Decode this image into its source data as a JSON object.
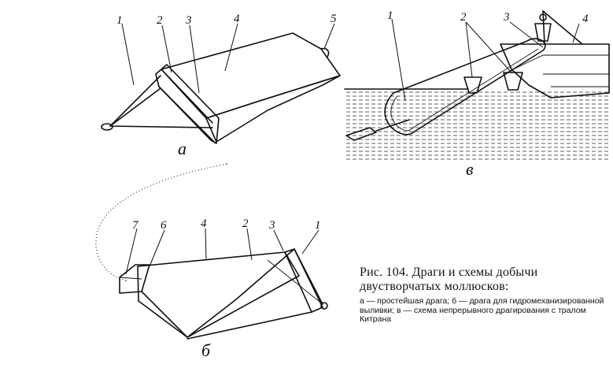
{
  "panels": {
    "a": {
      "letter": "а",
      "numbers": [
        "1",
        "2",
        "3",
        "4",
        "5"
      ]
    },
    "b": {
      "letter": "б",
      "numbers": [
        "7",
        "6",
        "4",
        "2",
        "3",
        "1"
      ]
    },
    "v": {
      "letter": "в",
      "numbers": [
        "1",
        "2",
        "3",
        "4"
      ]
    }
  },
  "caption": {
    "title": "Рис. 104. Драги и схемы добычи двустворчатых моллюсков:",
    "description": "а — простейшая драга; б — драга для гидромеханизированной выливки; в — схема непрерывного драгирования с тралом Китрана"
  }
}
